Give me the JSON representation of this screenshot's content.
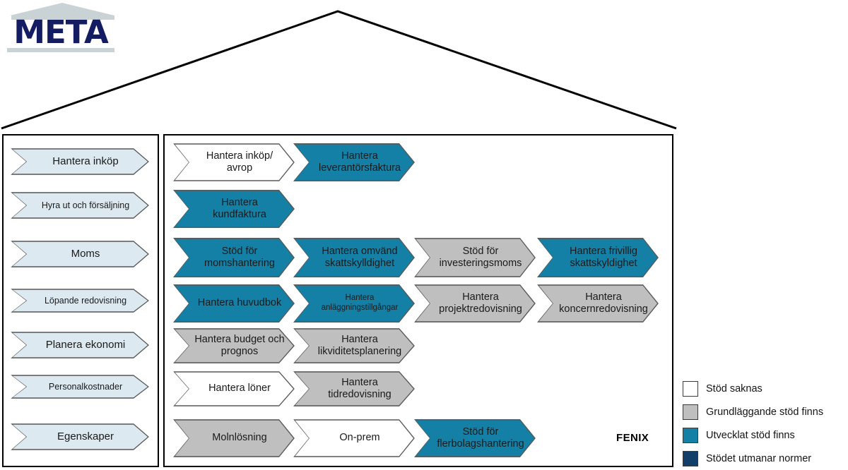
{
  "logo": {
    "wordmark": "META",
    "pediment_color": "#c9d2d4",
    "text_color": "#141d62"
  },
  "colors": {
    "light_blue": "#dce9f1",
    "white": "#ffffff",
    "gray": "#bfbfbf",
    "teal": "#1580a5",
    "navy": "#123f6a",
    "outline": "#595959"
  },
  "sidebar": {
    "items": [
      {
        "label": "Hantera inköp",
        "fill": "light_blue",
        "size": "normal"
      },
      {
        "label": "Hyra ut och försäljning",
        "fill": "light_blue",
        "size": "small"
      },
      {
        "label": "Moms",
        "fill": "light_blue",
        "size": "normal"
      },
      {
        "label": "Löpande redovisning",
        "fill": "light_blue",
        "size": "small"
      },
      {
        "label": "Planera ekonomi",
        "fill": "light_blue",
        "size": "normal"
      },
      {
        "label": "Personalkostnader",
        "fill": "light_blue",
        "size": "small"
      },
      {
        "label": "Egenskaper",
        "fill": "light_blue",
        "size": "normal"
      }
    ]
  },
  "main": {
    "rows": [
      {
        "items": [
          {
            "label": "Hantera inköp/\navrop",
            "fill": "white",
            "size": "normal"
          },
          {
            "label": "Hantera\nleverantörsfaktura",
            "fill": "teal",
            "size": "normal"
          }
        ]
      },
      {
        "items": [
          {
            "label": "Hantera\nkundfaktura",
            "fill": "teal",
            "size": "normal"
          }
        ]
      },
      {
        "items": [
          {
            "label": "Stöd för\nmomshantering",
            "fill": "teal",
            "size": "normal"
          },
          {
            "label": "Hantera omvänd\nskattskylldighet",
            "fill": "teal",
            "size": "normal"
          },
          {
            "label": "Stöd för\ninvesteringsmoms",
            "fill": "gray",
            "size": "normal"
          },
          {
            "label": "Hantera frivillig\nskattskyldighet",
            "fill": "teal",
            "size": "normal"
          }
        ]
      },
      {
        "items": [
          {
            "label": "Hantera huvudbok",
            "fill": "teal",
            "size": "normal"
          },
          {
            "label": "Hantera\nanläggningstillgångar",
            "fill": "teal",
            "size": "small"
          },
          {
            "label": "Hantera\nprojektredovisning",
            "fill": "gray",
            "size": "normal"
          },
          {
            "label": "Hantera\nkoncernredovisning",
            "fill": "gray",
            "size": "normal"
          }
        ]
      },
      {
        "items": [
          {
            "label": "Hantera budget och\nprognos",
            "fill": "gray",
            "size": "normal"
          },
          {
            "label": "Hantera\nlikviditetsplanering",
            "fill": "gray",
            "size": "normal"
          }
        ]
      },
      {
        "items": [
          {
            "label": "Hantera löner",
            "fill": "white",
            "size": "normal"
          },
          {
            "label": "Hantera\ntidredovisning",
            "fill": "gray",
            "size": "normal"
          }
        ]
      },
      {
        "items": [
          {
            "label": "Molnlösning",
            "fill": "gray",
            "size": "normal"
          },
          {
            "label": "On-prem",
            "fill": "white",
            "size": "normal"
          },
          {
            "label": "Stöd för\nflerbolagshantering",
            "fill": "teal",
            "size": "normal"
          }
        ]
      }
    ],
    "system_label": "FENIX"
  },
  "legend": {
    "items": [
      {
        "label": "Stöd saknas",
        "fill": "white",
        "color": "#ffffff"
      },
      {
        "label": "Grundläggande stöd finns",
        "fill": "gray",
        "color": "#bfbfbf"
      },
      {
        "label": "Utvecklat stöd finns",
        "fill": "teal",
        "color": "#1580a5"
      },
      {
        "label": "Stödet utmanar normer",
        "fill": "navy",
        "color": "#123f6a"
      }
    ]
  }
}
